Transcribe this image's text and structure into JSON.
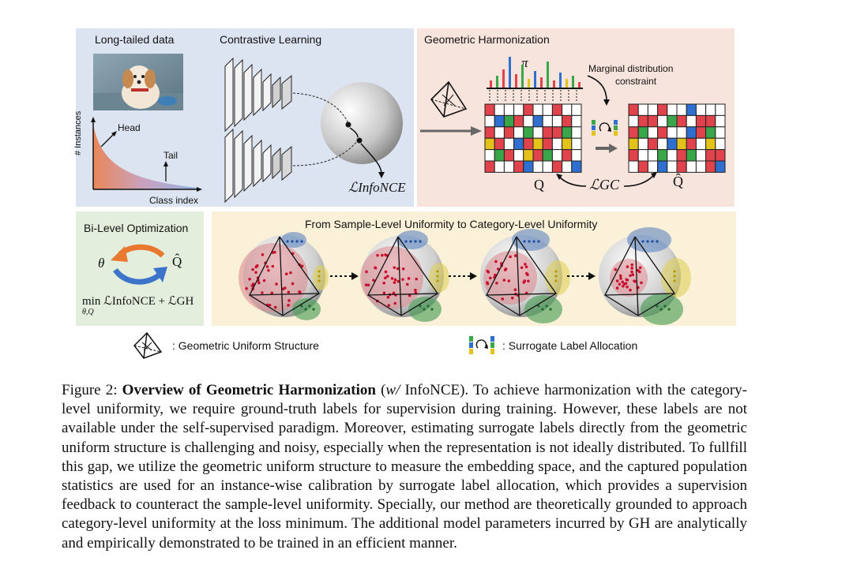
{
  "panels": {
    "long_tailed": {
      "title": "Long-tailed data",
      "y_axis": "# Instances",
      "head": "Head",
      "tail": "Tail",
      "x_axis": "Class index"
    },
    "contrastive": {
      "title": "Contrastive Learning",
      "loss": "ℒInfoNCE"
    },
    "geometric": {
      "title": "Geometric Harmonization",
      "pi": "π",
      "constraint_line1": "Marginal distribution",
      "constraint_line2": "constraint",
      "q_label": "Q",
      "qhat_label": "Q̂",
      "gc_loss": "ℒGC"
    },
    "bilevel": {
      "title": "Bi-Level Optimization",
      "theta": "θ",
      "qhat": "Q̂",
      "objective": "min ℒInfoNCE + ℒGH",
      "subscript": "θ,Q"
    },
    "uniformity": {
      "title": "From Sample-Level Uniformity to Category-Level Uniformity"
    }
  },
  "legend": {
    "structure": ": Geometric Uniform Structure",
    "allocation": ": Surrogate Label Allocation"
  },
  "caption": {
    "figure_label": "Figure 2:",
    "bold_title": "Overview of Geometric Harmonization",
    "paren_open": "(",
    "italic": "w/",
    "paren_rest": " InfoNCE).",
    "body": " To achieve harmonization with the category-level uniformity, we require ground-truth labels for supervision during training. However, these labels are not available under the self-supervised paradigm. Moreover, estimating surrogate labels directly from the geometric uniform structure is challenging and noisy, especially when the representation is not ideally distributed. To fullfill this gap, we utilize the geometric uniform structure to measure the embedding space, and the captured population statistics are used for an instance-wise calibration by surrogate label allocation, which provides a supervision feedback to counteract the sample-level uniformity. Specially, our method are theoretically grounded to approach category-level uniformity at the loss minimum. The additional model parameters incurred by GH are analytically and empirically demonstrated to be trained in an efficient manner."
  },
  "colors": {
    "red": "#e0434b",
    "green": "#3aa64a",
    "blue": "#2f6fd0",
    "yellow": "#e3c31a",
    "grid": "#1a1a1a"
  }
}
